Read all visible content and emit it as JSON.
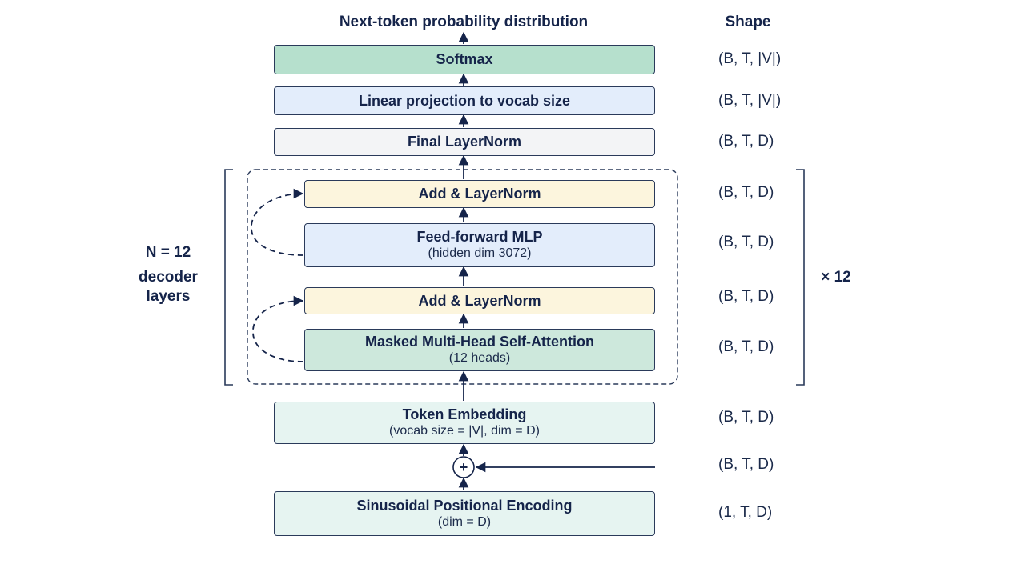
{
  "header": {
    "output_label": "Next-token probability distribution",
    "shape_column_label": "Shape"
  },
  "blocks": {
    "softmax": {
      "label": "Softmax",
      "fill": "#b6e0cd"
    },
    "linear": {
      "label": "Linear projection to vocab size",
      "fill": "#e3edfb"
    },
    "final_layernorm": {
      "label": "Final LayerNorm",
      "fill": "#f3f4f6"
    },
    "add_norm_top": {
      "label": "Add & LayerNorm",
      "fill": "#fcf5dd"
    },
    "mlp": {
      "label": "Feed-forward MLP",
      "sub": "(hidden dim 3072)",
      "fill": "#e3edfb"
    },
    "add_norm_bottom": {
      "label": "Add & LayerNorm",
      "fill": "#fcf5dd"
    },
    "attention": {
      "label": "Masked Multi-Head Self-Attention",
      "sub": "(12 heads)",
      "fill": "#cde8dc"
    },
    "token_embedding": {
      "label": "Token Embedding",
      "sub": "(vocab size = |V|, dim = D)",
      "fill": "#e6f4f1"
    },
    "positional_encoding": {
      "label": "Sinusoidal Positional Encoding",
      "sub": "(dim = D)",
      "fill": "#e6f4f1"
    }
  },
  "add_node_symbol": "+",
  "shapes": {
    "softmax": "(B, T, |V|)",
    "linear": "(B, T, |V|)",
    "final_layernorm": "(B, T, D)",
    "add_norm_top": "(B, T, D)",
    "mlp": "(B, T, D)",
    "add_norm_bottom": "(B, T, D)",
    "attention": "(B, T, D)",
    "token_embedding": "(B, T, D)",
    "sum": "(B, T, D)",
    "positional_encoding": "(1, T, D)"
  },
  "decoder_stack": {
    "count_label": "N = 12",
    "name_line1": "decoder",
    "name_line2": "layers",
    "repeat_label": "× 12"
  },
  "colors": {
    "stroke": "#2a3a5a",
    "arrow": "#15244a",
    "text": "#15244a"
  }
}
